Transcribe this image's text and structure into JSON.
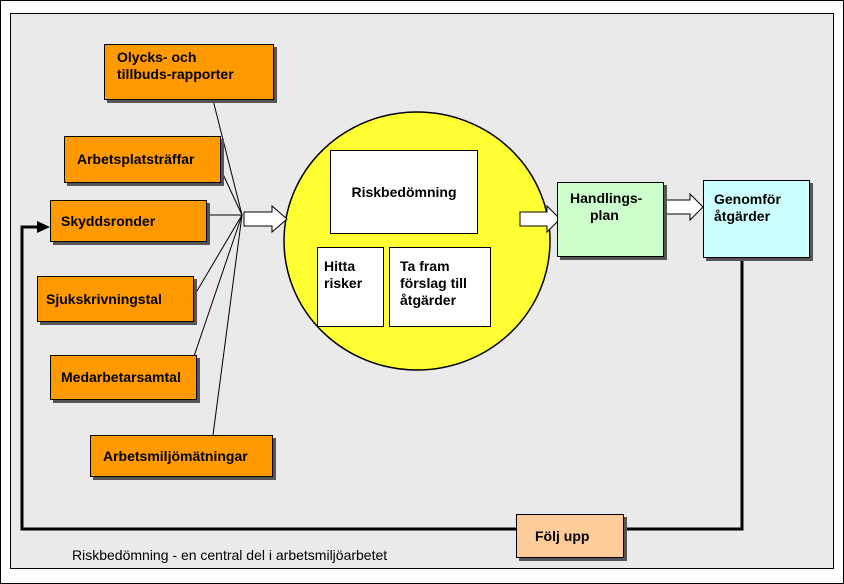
{
  "sources": {
    "olycks": [
      "Olycks- och",
      "tillbuds-rapporter"
    ],
    "arbetsplatstraffar": "Arbetsplatsträffar",
    "skyddsronder": "Skyddsronder",
    "sjukskrivningstal": "Sjukskrivningstal",
    "medarbetarsamtal": "Medarbetarsamtal",
    "arbetsmiljomatningar": "Arbetsmiljömätningar"
  },
  "assessment": {
    "title": "Riskbedömning",
    "find_risks": [
      "Hitta",
      "risker"
    ],
    "propose": [
      "Ta fram",
      "förslag till",
      "åtgärder"
    ]
  },
  "handlingsplan": [
    "Handlings-",
    "plan"
  ],
  "genomfor": [
    "Genomför",
    "åtgärder"
  ],
  "follow_up": "Följ upp",
  "caption": "Riskbedömning - en central del i arbetsmiljöarbetet",
  "colors": {
    "source_box": "#ff9900",
    "assessment_circle": "#ffff33",
    "action_plan": "#ccffcc",
    "implement": "#ccffff",
    "follow_up": "#ffcc99",
    "background": "#eaeaea"
  }
}
